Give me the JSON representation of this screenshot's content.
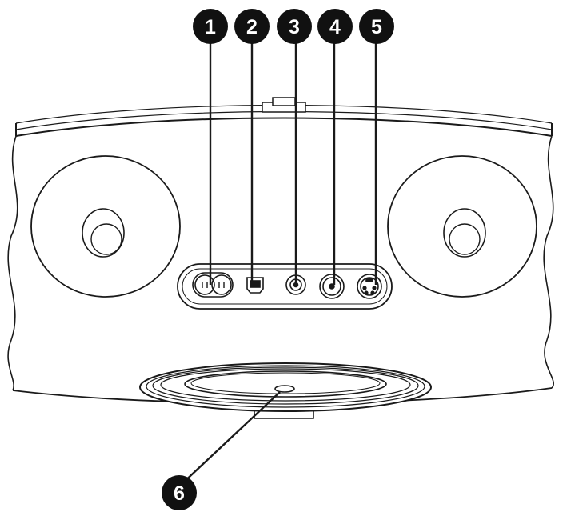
{
  "callouts": [
    {
      "number": "1",
      "target": "dual-power-connector"
    },
    {
      "number": "2",
      "target": "usb-port"
    },
    {
      "number": "3",
      "target": "audio-jack"
    },
    {
      "number": "4",
      "target": "composite-video-port"
    },
    {
      "number": "5",
      "target": "s-video-port"
    },
    {
      "number": "6",
      "target": "dock-connector"
    }
  ],
  "colors": {
    "line": "#1a1a1a",
    "callout_fill": "#111111",
    "callout_text": "#ffffff",
    "background": "#ffffff"
  }
}
